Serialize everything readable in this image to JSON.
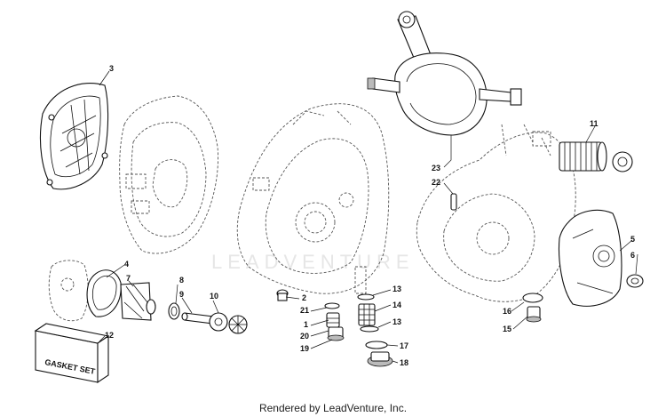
{
  "diagram": {
    "callouts": [
      {
        "id": "c1",
        "label": "1"
      },
      {
        "id": "c2",
        "label": "2"
      },
      {
        "id": "c3",
        "label": "3"
      },
      {
        "id": "c4",
        "label": "4"
      },
      {
        "id": "c5",
        "label": "5"
      },
      {
        "id": "c6",
        "label": "6"
      },
      {
        "id": "c7",
        "label": "7"
      },
      {
        "id": "c8",
        "label": "8"
      },
      {
        "id": "c9",
        "label": "9"
      },
      {
        "id": "c10",
        "label": "10"
      },
      {
        "id": "c11",
        "label": "11"
      },
      {
        "id": "c12",
        "label": "12"
      },
      {
        "id": "c13a",
        "label": "13"
      },
      {
        "id": "c13b",
        "label": "13"
      },
      {
        "id": "c14",
        "label": "14"
      },
      {
        "id": "c15",
        "label": "15"
      },
      {
        "id": "c16",
        "label": "16"
      },
      {
        "id": "c17",
        "label": "17"
      },
      {
        "id": "c18",
        "label": "18"
      },
      {
        "id": "c19",
        "label": "19"
      },
      {
        "id": "c20",
        "label": "20"
      },
      {
        "id": "c21",
        "label": "21"
      },
      {
        "id": "c22",
        "label": "22"
      },
      {
        "id": "c23",
        "label": "23"
      }
    ],
    "gasket_box_label": "GASKET SET",
    "watermark": "LEADVENTURE",
    "credit": "Rendered by LeadVenture, Inc."
  }
}
